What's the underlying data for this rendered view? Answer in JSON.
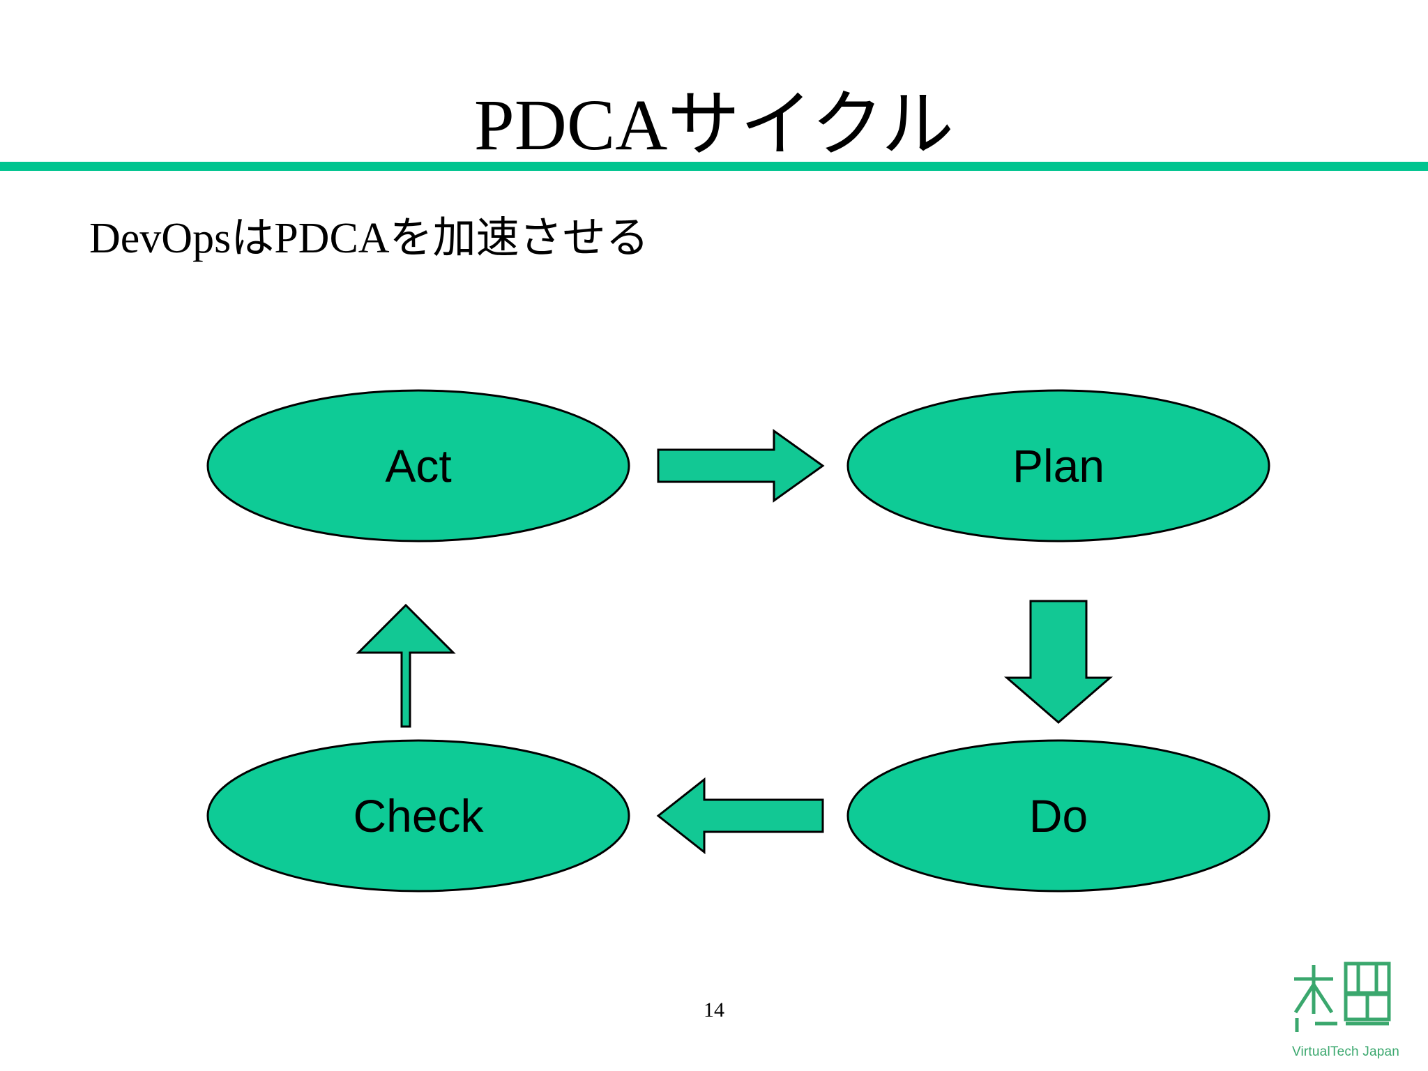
{
  "slide": {
    "title": "PDCAサイクル",
    "subtitle": "DevOpsはPDCAを加速させる",
    "page_number": "14",
    "accent_color": "#00c48f",
    "rule_color": "#00c48f",
    "background_color": "#ffffff",
    "text_color": "#000000"
  },
  "diagram": {
    "type": "cycle",
    "shape_fill": "#0ecb96",
    "shape_stroke": "#000000",
    "arrow_fill": "#12c894",
    "arrow_stroke": "#000000",
    "nodes": [
      {
        "id": "act",
        "label": "Act",
        "position": "top-left"
      },
      {
        "id": "plan",
        "label": "Plan",
        "position": "top-right"
      },
      {
        "id": "do",
        "label": "Do",
        "position": "bottom-right"
      },
      {
        "id": "check",
        "label": "Check",
        "position": "bottom-left"
      }
    ],
    "arrows": [
      {
        "id": "act-to-plan",
        "from": "act",
        "to": "plan",
        "direction": "right"
      },
      {
        "id": "plan-to-do",
        "from": "plan",
        "to": "do",
        "direction": "down"
      },
      {
        "id": "do-to-check",
        "from": "do",
        "to": "check",
        "direction": "left"
      },
      {
        "id": "check-to-act",
        "from": "check",
        "to": "act",
        "direction": "up"
      }
    ]
  },
  "logo": {
    "name": "virtualtech-japan-logo",
    "text": "VirtualTech Japan",
    "color": "#3aa76d"
  }
}
